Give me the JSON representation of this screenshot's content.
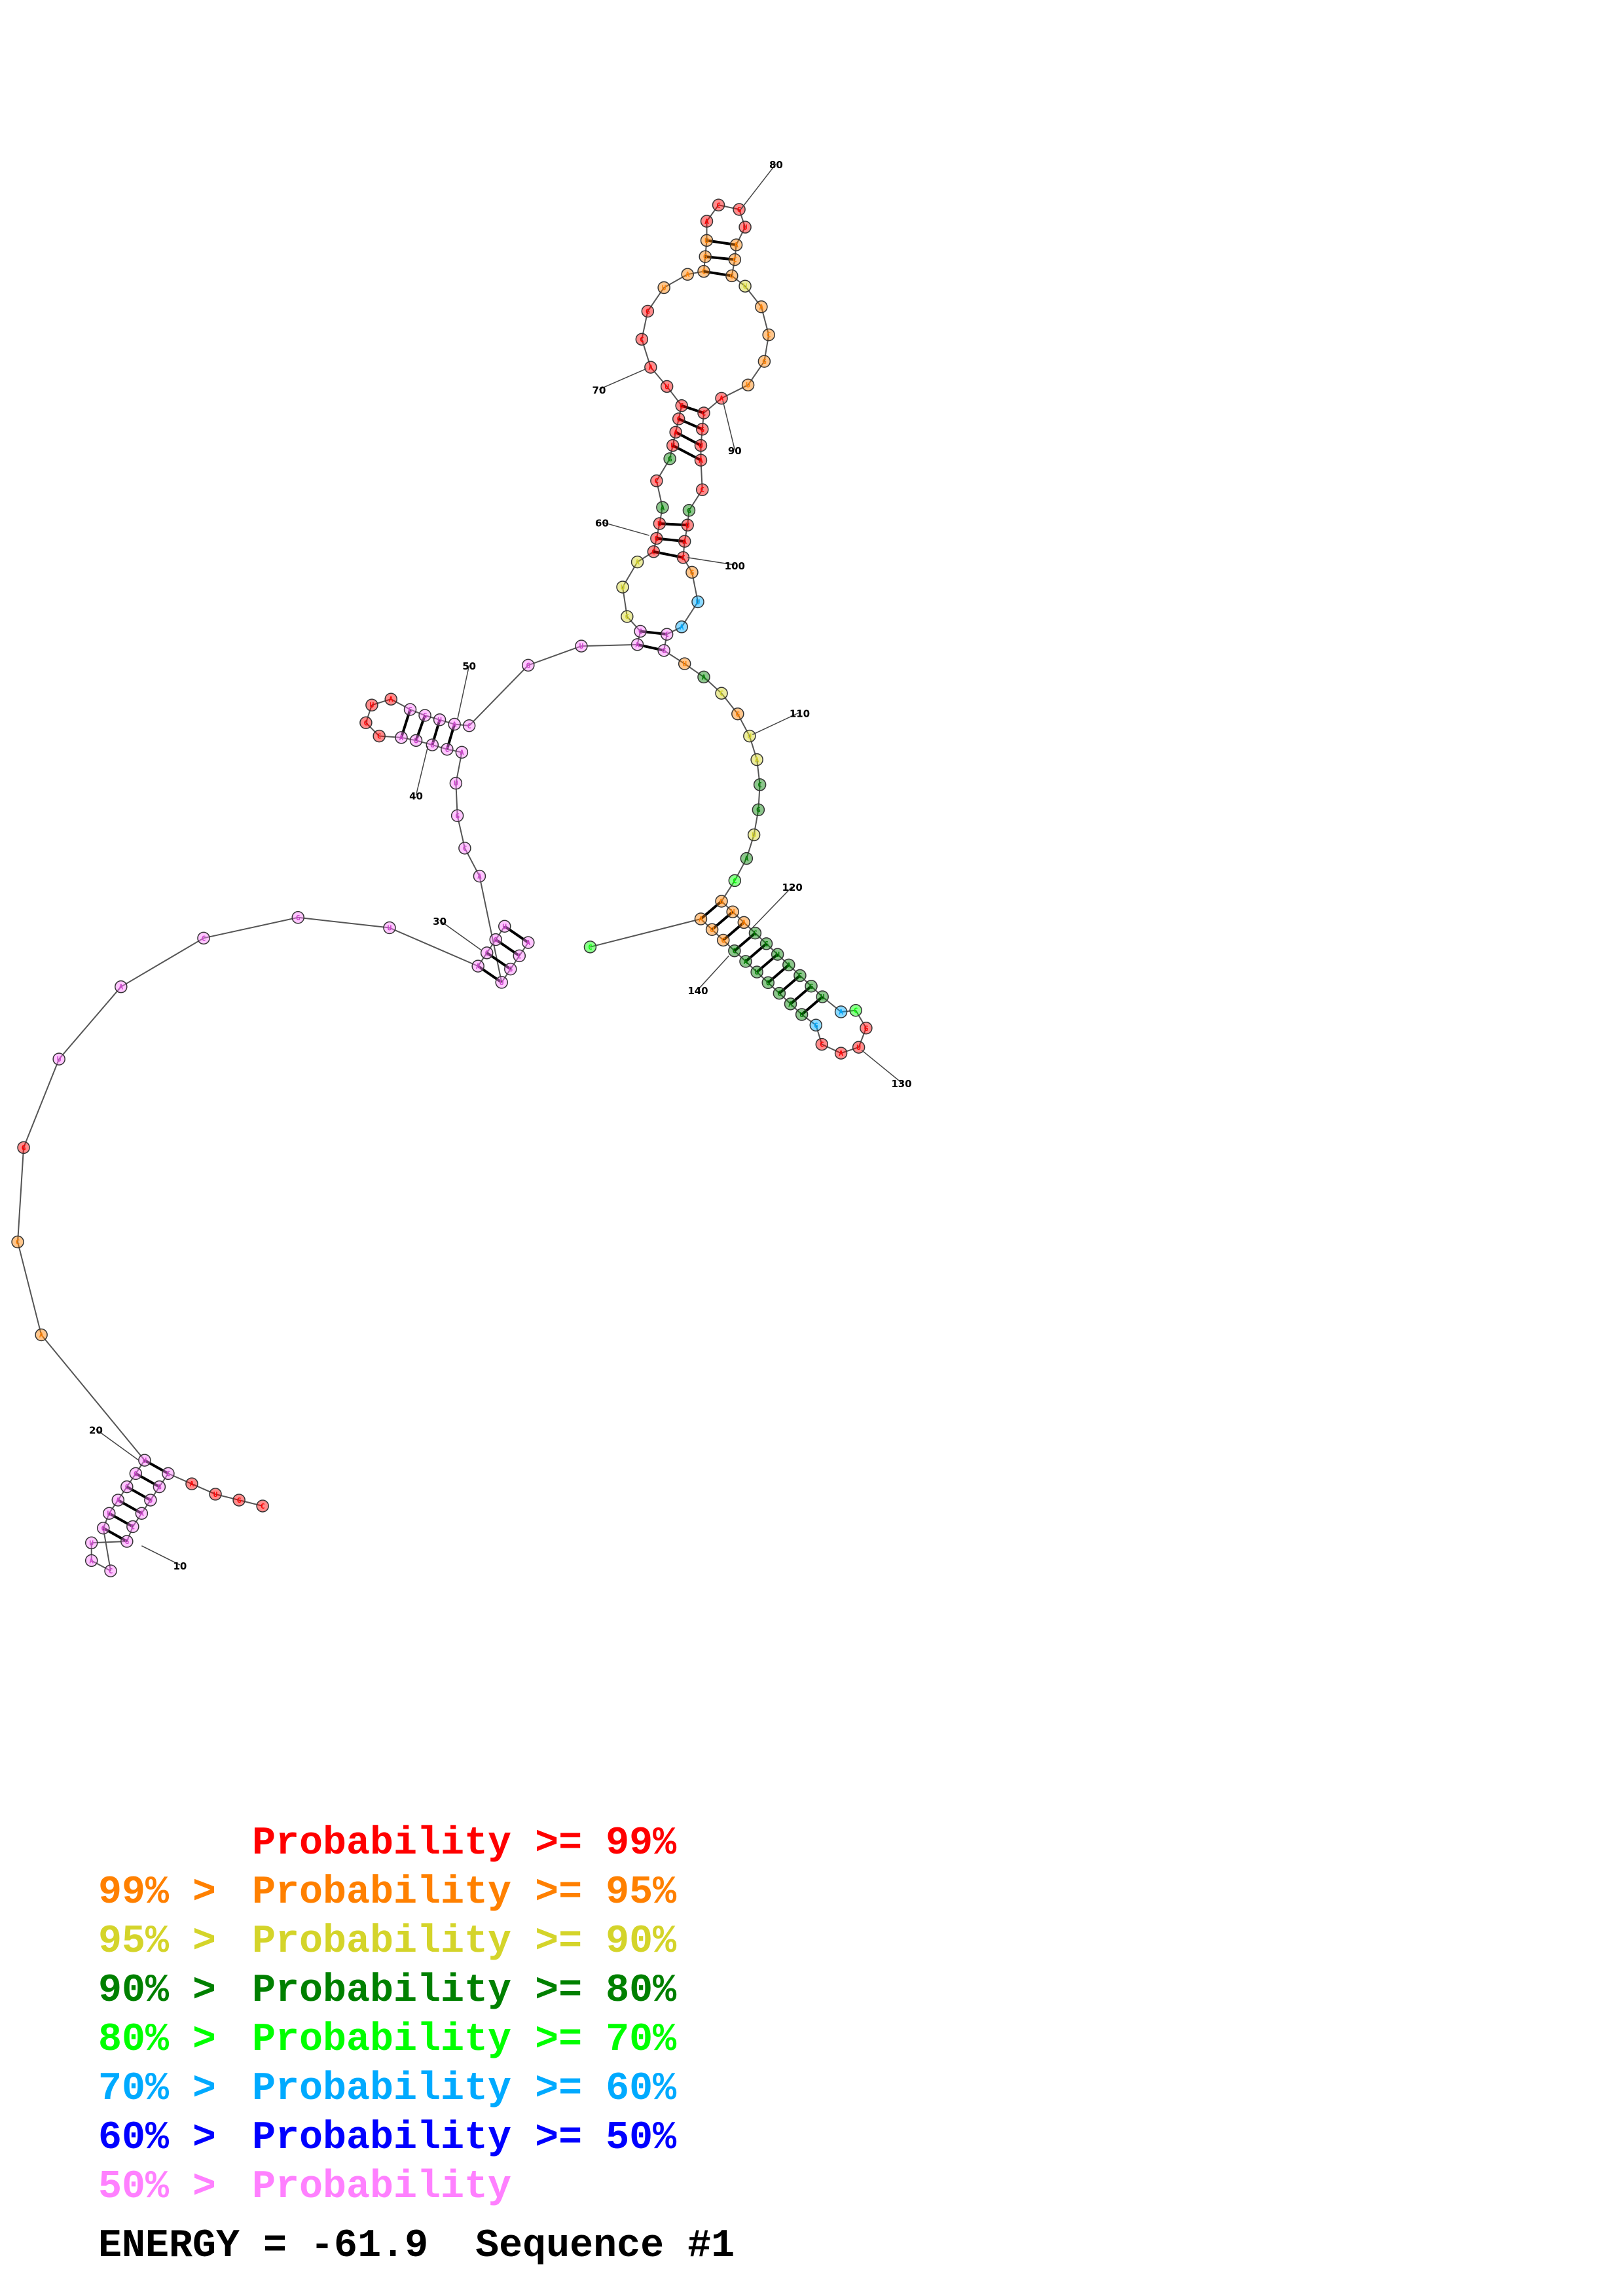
{
  "palette": {
    "p99": "#ff0000",
    "p95": "#ff8000",
    "p90": "#d4d42a",
    "p80": "#008000",
    "p70": "#00ff00",
    "p60": "#00aaff",
    "p50": "#0000ff",
    "plow": "#ff80ff"
  },
  "legend": [
    {
      "prefix": "",
      "label": "Probability",
      "suffix": ">= 99%",
      "color": "#ff0000"
    },
    {
      "prefix": "99% >",
      "label": "Probability",
      "suffix": ">= 95%",
      "color": "#ff8000"
    },
    {
      "prefix": "95% >",
      "label": "Probability",
      "suffix": ">= 90%",
      "color": "#d4d42a"
    },
    {
      "prefix": "90% >",
      "label": "Probability",
      "suffix": ">= 80%",
      "color": "#008000"
    },
    {
      "prefix": "80% >",
      "label": "Probability",
      "suffix": ">= 70%",
      "color": "#00ff00"
    },
    {
      "prefix": "70% >",
      "label": "Probability",
      "suffix": ">= 60%",
      "color": "#00aaff"
    },
    {
      "prefix": "60% >",
      "label": "Probability",
      "suffix": ">= 50%",
      "color": "#0000ff"
    },
    {
      "prefix": "50% >",
      "label": "Probability",
      "suffix": "",
      "color": "#ff80ff"
    }
  ],
  "energy_label": "ENERGY = -61.9  Sequence #1",
  "index_labels": [
    "10",
    "20",
    "30",
    "40",
    "50",
    "60",
    "70",
    "80",
    "90",
    "100",
    "110",
    "120",
    "130",
    "140"
  ],
  "nucleotide_letters": [
    "A",
    "U",
    "G",
    "C"
  ]
}
